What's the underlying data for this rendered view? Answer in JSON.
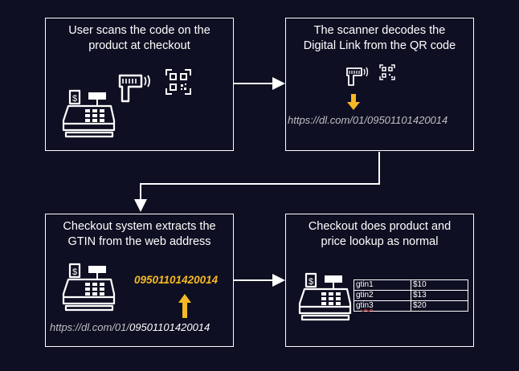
{
  "steps": [
    {
      "title_lines": [
        "User scans the code on the",
        "product at checkout"
      ]
    },
    {
      "title_lines": [
        "The scanner decodes the",
        "Digital Link from the QR code"
      ],
      "url": "https://dl.com/01/09501101420014"
    },
    {
      "title_lines": [
        "Checkout system extracts the",
        "GTIN from the web address"
      ],
      "gtin": "09501101420014",
      "url_prefix": "https://dl.com/01/",
      "url_gtin": "09501101420014"
    },
    {
      "title_lines": [
        "Checkout does product and",
        "price lookup as normal"
      ]
    }
  ],
  "lookup_table": {
    "rows": [
      {
        "gtin": "gtin1",
        "price": "$10"
      },
      {
        "gtin": "gtin2",
        "price": "$13"
      },
      {
        "gtin": "gtin3",
        "price": "$20"
      }
    ]
  },
  "colors": {
    "background": "#0e0f22",
    "stroke": "#ffffff",
    "highlight": "#f6b824"
  },
  "icons": [
    "cash-register-icon",
    "barcode-scanner-icon",
    "qr-code-icon",
    "arrow-down-icon",
    "arrow-up-icon"
  ]
}
